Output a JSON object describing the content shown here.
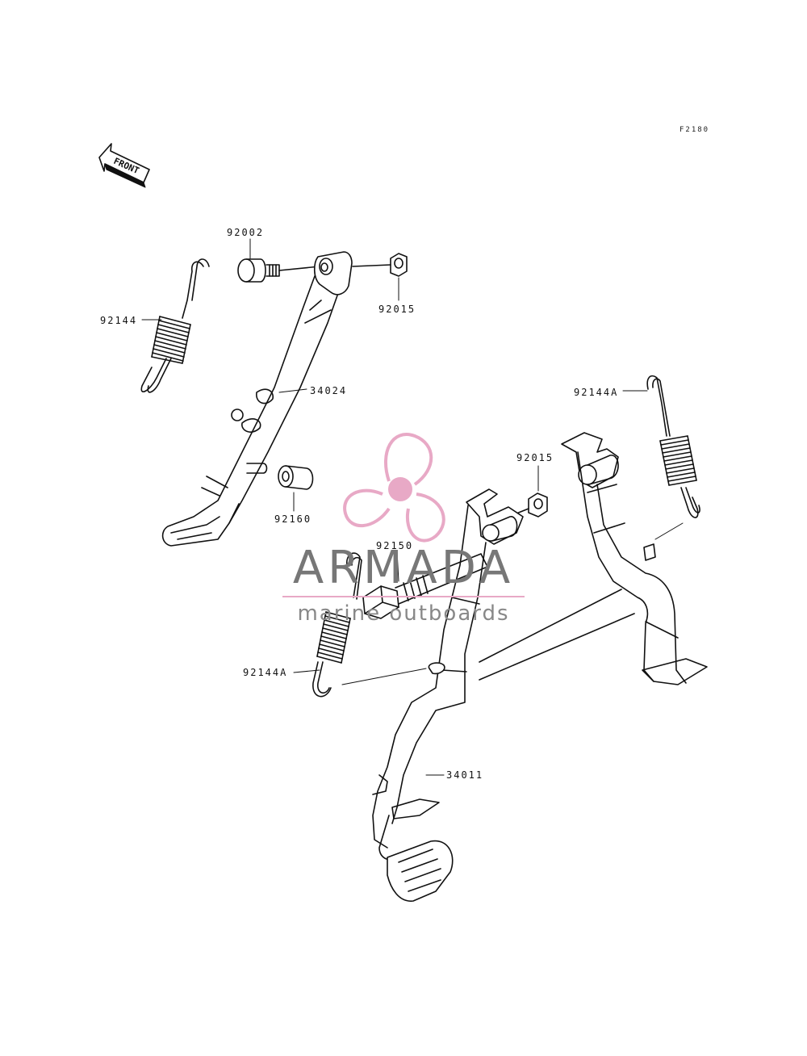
{
  "figure_code": "F2180",
  "front_arrow_text": "FRONT",
  "labels": {
    "p92002": "92002",
    "p92015_top": "92015",
    "p92144": "92144",
    "p34024": "34024",
    "p92160": "92160",
    "p92144A_right": "92144A",
    "p92015_mid": "92015",
    "p92150": "92150",
    "p92144A_left": "92144A",
    "p34011": "34011"
  },
  "watermark": {
    "title": "ARMADA",
    "subtitle": "marine outboards",
    "logo_color": "#e8a9c6",
    "text_color": "#777777"
  },
  "colors": {
    "line": "#111111",
    "background": "#ffffff"
  }
}
